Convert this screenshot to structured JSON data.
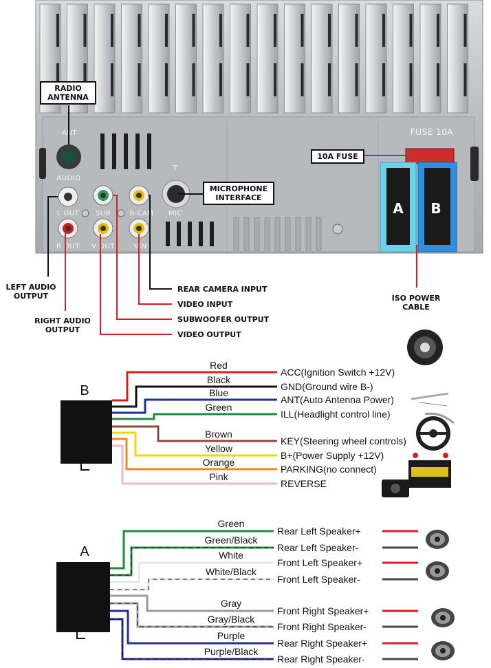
{
  "unit_panel": {
    "fuse_rating": "FUSE 10A",
    "port_labels": {
      "ant": "ANT",
      "audio": "AUDIO",
      "t": "T",
      "mic": "MIC",
      "l_out": "L OUT",
      "r_out": "R OUT",
      "sub": "SUB",
      "r_cam": "R-CAM",
      "v_out": "V OUT",
      "vin": "VIN"
    },
    "iso_a": "A",
    "iso_b": "B"
  },
  "callouts": {
    "radio_antenna": [
      "RADIO",
      "ANTENNA"
    ],
    "fuse": "10A FUSE",
    "microphone": [
      "MICROPHONE",
      "INTERFACE"
    ],
    "iso_power": [
      "ISO POWER",
      "CABLE"
    ],
    "left_audio": [
      "LEFT AUDIO",
      "OUTPUT"
    ],
    "right_audio": [
      "RIGHT AUDIO",
      "OUTPUT"
    ],
    "rear_camera": "REAR CAMERA INPUT",
    "video_input": "VIDEO INPUT",
    "subwoofer": "SUBWOOFER OUTPUT",
    "video_output": "VIDEO OUTPUT"
  },
  "harness_b": {
    "label": "B",
    "wires": [
      {
        "color_name": "Red",
        "hex": "#d81e1e",
        "function": "ACC(Ignition Switch +12V)"
      },
      {
        "color_name": "Black",
        "hex": "#111111",
        "function": "GND(Ground wire B-)"
      },
      {
        "color_name": "Blue",
        "hex": "#1a2f9e",
        "function": "ANT(Auto Antenna Power)"
      },
      {
        "color_name": "Green",
        "hex": "#1f8a3a",
        "function": "ILL(Headlight control line)"
      },
      {
        "color_name": "Brown",
        "hex": "#8a4a3c",
        "function": "KEY(Steering wheel controls)"
      },
      {
        "color_name": "Yellow",
        "hex": "#f0d800",
        "function": "B+(Power Supply +12V)"
      },
      {
        "color_name": "Orange",
        "hex": "#f08a10",
        "function": "PARKING(no connect)"
      },
      {
        "color_name": "Pink",
        "hex": "#f3b6c8",
        "function": "REVERSE"
      }
    ]
  },
  "harness_a": {
    "label": "A",
    "wires": [
      {
        "color_name": "Green",
        "hex": "#1f8a3a",
        "stripe": false,
        "function": "Rear Left Speaker+"
      },
      {
        "color_name": "Green/Black",
        "hex": "#1f8a3a",
        "stripe": true,
        "function": "Rear Left Speaker-"
      },
      {
        "color_name": "White",
        "hex": "#e6e6e6",
        "stripe": false,
        "function": "Front Left Speaker+"
      },
      {
        "color_name": "White/Black",
        "hex": "#e6e6e6",
        "stripe": true,
        "function": "Front Left Speaker-"
      },
      {
        "color_name": "Gray",
        "hex": "#9a9a9a",
        "stripe": false,
        "function": "Front Right Speaker+"
      },
      {
        "color_name": "Gray/Black",
        "hex": "#9a9a9a",
        "stripe": true,
        "function": "Front Right Speaker-"
      },
      {
        "color_name": "Purple",
        "hex": "#2a2aa0",
        "stripe": false,
        "function": "Rear Right Speaker+"
      },
      {
        "color_name": "Purple/Black",
        "hex": "#2a2aa0",
        "stripe": true,
        "function": "Rear Right Speaker-"
      }
    ]
  }
}
